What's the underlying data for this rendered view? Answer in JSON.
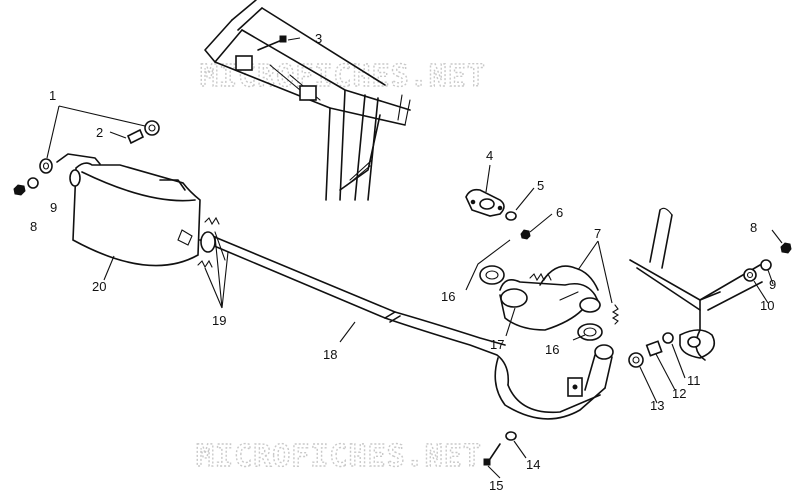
{
  "watermark": {
    "top": "MICROFICHES.NET",
    "bottom": "MICROFICHES.NET"
  },
  "callouts": {
    "c1": "1",
    "c2": "2",
    "c3": "3",
    "c4": "4",
    "c5": "5",
    "c6": "6",
    "c7": "7",
    "c8_left": "8",
    "c8_right": "8",
    "c9_left": "9",
    "c9_right": "9",
    "c10": "10",
    "c11": "11",
    "c12": "12",
    "c13": "13",
    "c14": "14",
    "c15": "15",
    "c16_left": "16",
    "c16_right": "16",
    "c17": "17",
    "c18": "18",
    "c19": "19",
    "c20": "20"
  }
}
